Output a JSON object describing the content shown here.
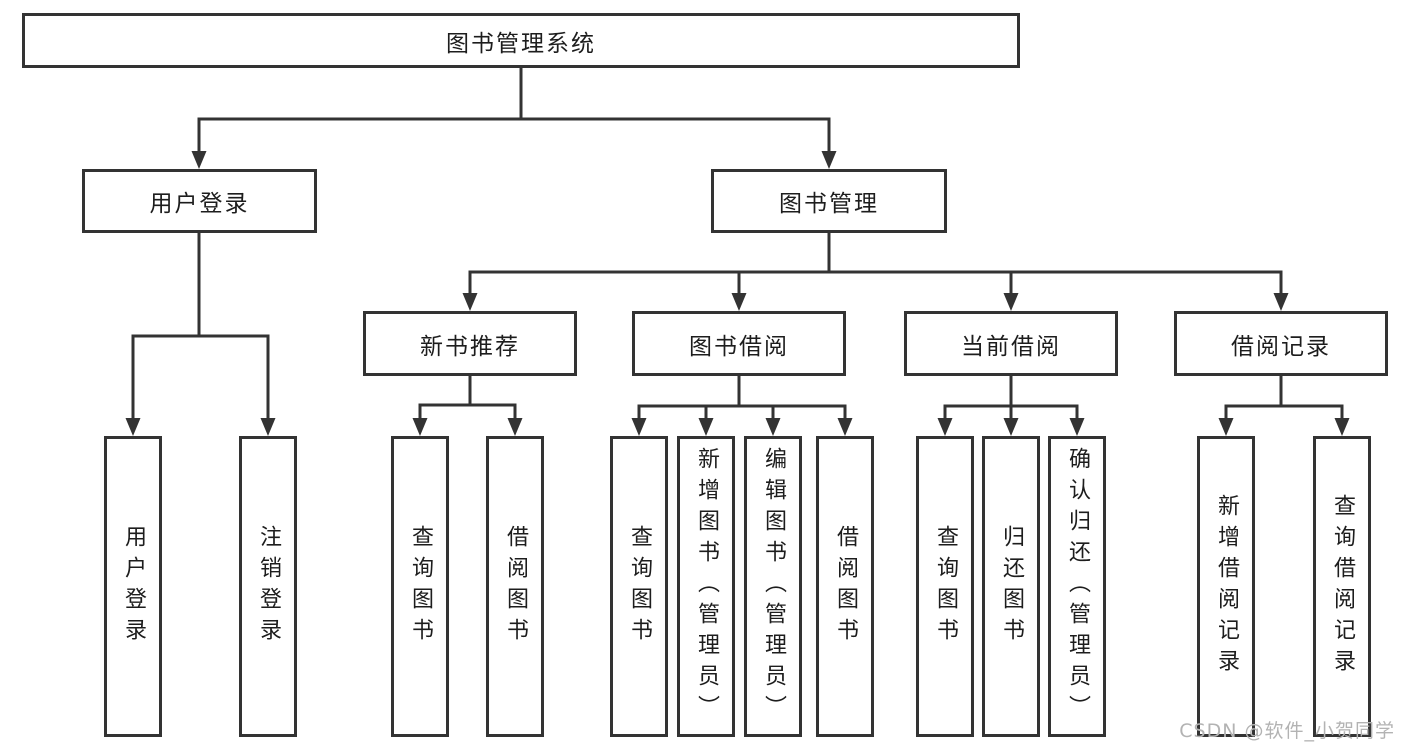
{
  "diagram": {
    "tree": {
      "root": "图书管理系统",
      "branches": [
        {
          "label": "用户登录",
          "children": [
            "用户登录",
            "注销登录"
          ]
        },
        {
          "label": "图书管理",
          "groups": [
            {
              "label": "新书推荐",
              "children": [
                "查询图书",
                "借阅图书"
              ]
            },
            {
              "label": "图书借阅",
              "children": [
                "查询图书",
                "新增图书（管理员）",
                "编辑图书（管理员）",
                "借阅图书"
              ]
            },
            {
              "label": "当前借阅",
              "children": [
                "查询图书",
                "归还图书",
                "确认归还（管理员）"
              ]
            },
            {
              "label": "借阅记录",
              "children": [
                "新增借阅记录",
                "查询借阅记录"
              ]
            }
          ]
        }
      ]
    }
  },
  "watermark": {
    "text": "CSDN @软件_小贺同学"
  },
  "colors": {
    "background": "#ffffff",
    "line": "#333333",
    "text": "#1d1d1d",
    "watermark": "#b3b3b3"
  }
}
